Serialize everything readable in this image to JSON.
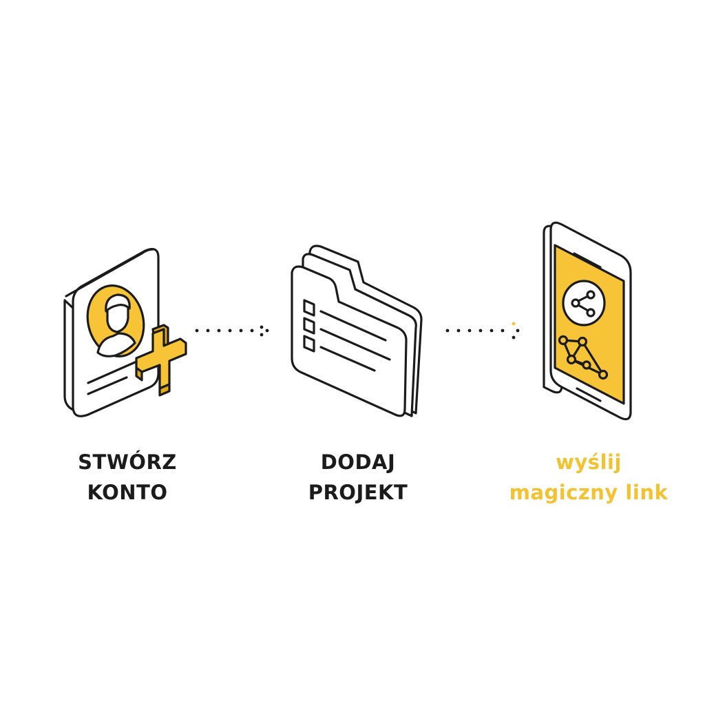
{
  "colors": {
    "ink": "#1b1b1b",
    "accent": "#f6c436",
    "accent_text": "#f2c230",
    "background": "#ffffff"
  },
  "steps": [
    {
      "icon": "profile-card-add-icon",
      "label_line1": "STWÓRZ",
      "label_line2": "KONTO"
    },
    {
      "icon": "project-folder-icon",
      "label_line1": "DODAJ",
      "label_line2": "PROJEKT"
    },
    {
      "icon": "phone-share-link-icon",
      "label_line1": "wyślij",
      "label_line2": "magiczny link"
    }
  ],
  "connectors": [
    {
      "from": 1,
      "to": 2,
      "style": "dotted"
    },
    {
      "from": 2,
      "to": 3,
      "style": "dotted"
    }
  ]
}
